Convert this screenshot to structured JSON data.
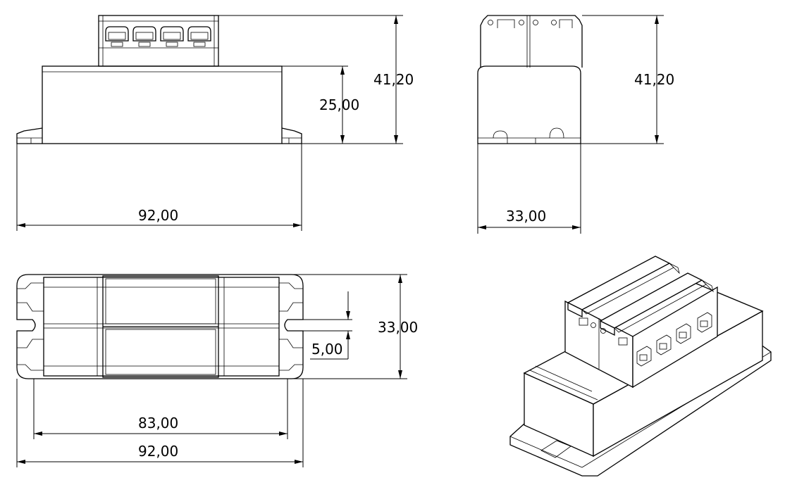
{
  "drawing": {
    "front_view": {
      "total_height_label": "41,20",
      "body_height_label": "25,00",
      "width_label": "92,00"
    },
    "side_view": {
      "total_height_label": "41,20",
      "depth_label": "33,00"
    },
    "top_view": {
      "depth_label": "33,00",
      "slot_width_label": "5,00",
      "hole_spacing_label": "83,00",
      "width_label": "92,00"
    }
  },
  "colors": {
    "line": "#000000",
    "background": "#ffffff"
  }
}
